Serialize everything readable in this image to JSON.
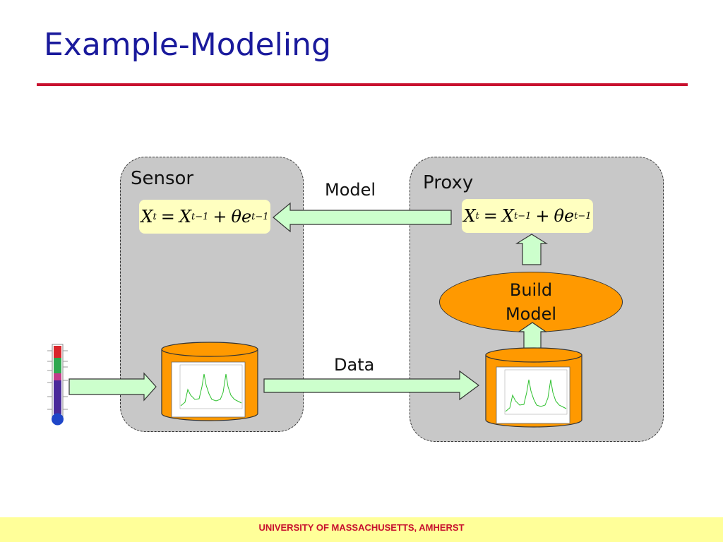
{
  "slide": {
    "title": "Example-Modeling"
  },
  "panels": {
    "sensor": {
      "label": "Sensor"
    },
    "proxy": {
      "label": "Proxy"
    }
  },
  "equation": {
    "X": "X",
    "t": "t",
    "eq": "=",
    "tminus1": "t−1",
    "plus": "+",
    "theta": "θ",
    "e": "e"
  },
  "arrows": {
    "model_label": "Model",
    "data_label": "Data"
  },
  "build_model": {
    "label_line1": "Build",
    "label_line2": "Model"
  },
  "footer": {
    "text": "UNIVERSITY OF MASSACHUSETTS, AMHERST"
  },
  "colors": {
    "title": "#1a1a9c",
    "rule": "#c8102e",
    "arrow_fill": "#ccffcc",
    "cylinder": "#ff9900",
    "equation_bg": "#ffffc0",
    "footer_bg": "#ffff99"
  },
  "icons": [
    "thermometer-icon",
    "database-cylinder-icon",
    "time-series-plot-icon"
  ]
}
